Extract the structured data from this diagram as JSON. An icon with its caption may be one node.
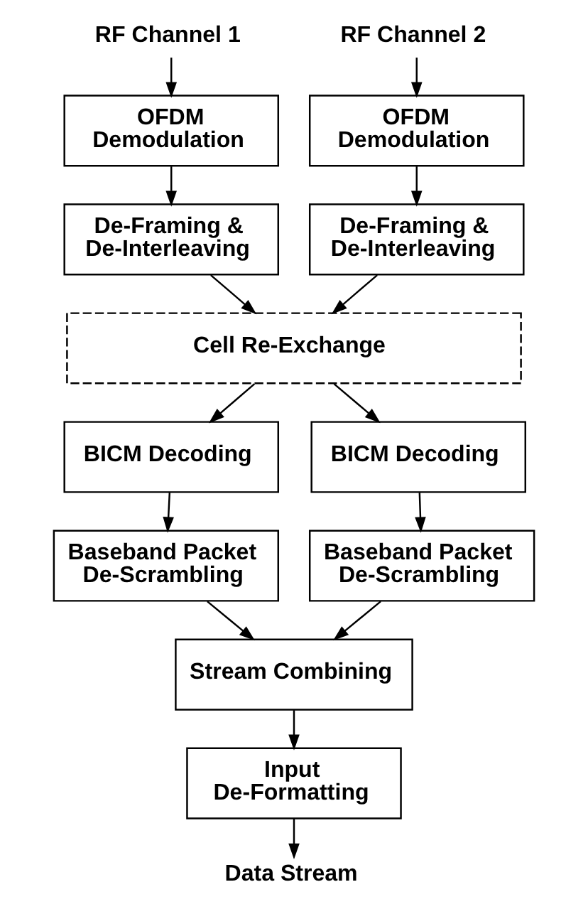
{
  "diagram": {
    "nodes": [
      {
        "text": [
          "RF Channel 1"
        ]
      },
      {
        "text": [
          "RF Channel 2"
        ]
      },
      {
        "text": [
          "OFDM Demodulation"
        ]
      },
      {
        "text": [
          "OFDM Demodulation"
        ]
      },
      {
        "text": [
          "De-Framing & De-Interleaving"
        ]
      },
      {
        "text": [
          "De-Framing & De-Interleaving"
        ]
      },
      {
        "text": [
          "Cell Re-Exchange"
        ]
      },
      {
        "text": [
          "BICM Decoding"
        ]
      },
      {
        "text": [
          "BICM Decoding"
        ]
      },
      {
        "text": [
          "Baseband Packet De-Scrambling"
        ]
      },
      {
        "text": [
          "Baseband Packet De-Scrambling"
        ]
      },
      {
        "text": [
          "Stream Combining"
        ]
      },
      {
        "text": [
          "Input De-Formatting"
        ]
      },
      {
        "text": [
          "Data Stream"
        ]
      }
    ],
    "edges": [
      {
        "from": 0,
        "to": 2,
        "arrow": "to"
      },
      {
        "from": 1,
        "to": 3,
        "arrow": "to"
      },
      {
        "from": 2,
        "to": 4,
        "arrow": "to"
      },
      {
        "from": 3,
        "to": 5,
        "arrow": "to"
      },
      {
        "from": 4,
        "to": 6,
        "arrow": "to"
      },
      {
        "from": 5,
        "to": 6,
        "arrow": "to"
      },
      {
        "from": 6,
        "to": 7,
        "arrow": "to"
      },
      {
        "from": 6,
        "to": 8,
        "arrow": "to"
      },
      {
        "from": 7,
        "to": 9,
        "arrow": "to"
      },
      {
        "from": 8,
        "to": 10,
        "arrow": "to"
      },
      {
        "from": 9,
        "to": 11,
        "arrow": "to"
      },
      {
        "from": 10,
        "to": 11,
        "arrow": "to"
      },
      {
        "from": 11,
        "to": 12,
        "arrow": "to"
      },
      {
        "from": 12,
        "to": 13,
        "arrow": "to"
      }
    ]
  }
}
